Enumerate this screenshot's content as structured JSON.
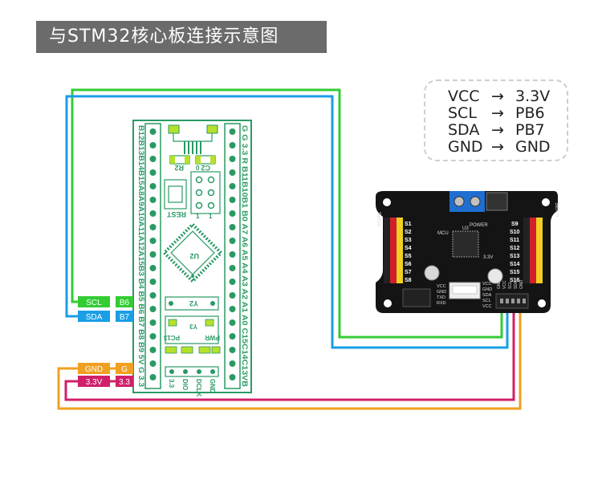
{
  "title": "与STM32核心板连接示意图",
  "colors": {
    "title_bg": "#6b6b6b",
    "board_green": "#2a9a64",
    "wire_green": "#33cc33",
    "wire_blue": "#1a9ee6",
    "wire_orange": "#f0a020",
    "wire_magenta": "#d0206a",
    "servo_board": "#141414"
  },
  "mapping": {
    "arrow": "→",
    "rows": [
      {
        "left": "VCC",
        "right": "3.3V"
      },
      {
        "left": "SCL",
        "right": "PB6"
      },
      {
        "left": "SDA",
        "right": "PB7"
      },
      {
        "left": "GND",
        "right": "GND"
      }
    ]
  },
  "labels": {
    "scl": {
      "signal": "SCL",
      "pin": "B6"
    },
    "sda": {
      "signal": "SDA",
      "pin": "B7"
    },
    "gnd": {
      "signal": "GND",
      "pin": "G"
    },
    "v33": {
      "signal": "3.3V",
      "pin": "3.3"
    }
  },
  "stm32": {
    "left_header": "B12B13B14B15A8A9A10A11A12A15B3 B4 B5 B6 B7 B8 B9 5V G 3.3",
    "right_header": "G G 3.3 R B11B10B1 B0 A7 A6 A5 A4 A3 A2 A1 A0 C15C14C13VB",
    "components": {
      "r2": "R2",
      "c2": "C2",
      "rest": "REST",
      "u2": "U2",
      "y2": "Y2",
      "y3": "Y3",
      "pc13": "PC13",
      "pwr": "PWR",
      "one": "1",
      "zero": "0"
    },
    "bottom_pins": [
      "3.3",
      "DIO",
      "DCLK",
      "GND"
    ]
  },
  "servo_board": {
    "servo_left": "Servo",
    "servo_right": "Servo",
    "power": "POWER",
    "mcu": "MCU",
    "u3": "U3",
    "v33": "3.3V",
    "left_channels": [
      "S1",
      "S2",
      "S3",
      "S4",
      "S5",
      "S6",
      "S7",
      "S8"
    ],
    "right_channels": [
      "S9",
      "S10",
      "S11",
      "S12",
      "S13",
      "S14",
      "S15",
      "S16"
    ],
    "left_pins": [
      "VCC",
      "GND",
      "TXD",
      "RXD"
    ],
    "right_pins": [
      "VCC",
      "GND",
      "SDA",
      "SCL",
      "VCC"
    ],
    "header_labels": [
      "GND",
      "VCC",
      "SCL",
      "SDA",
      "GND"
    ]
  }
}
